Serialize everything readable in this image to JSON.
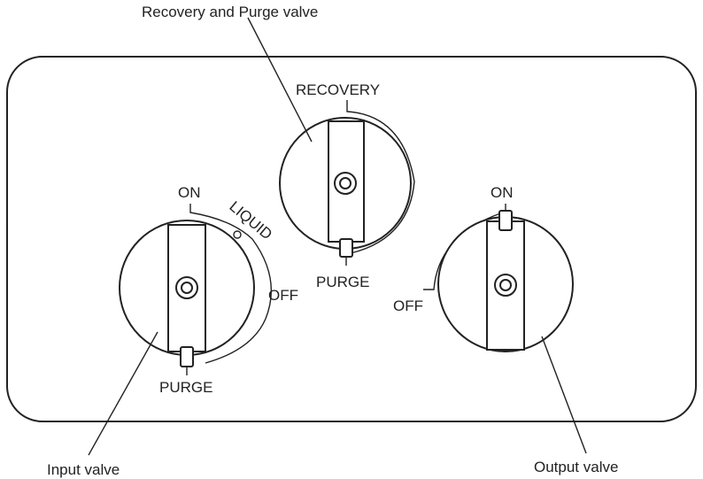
{
  "callouts": {
    "recovery_purge": "Recovery and Purge valve",
    "input": "Input valve",
    "output": "Output valve"
  },
  "input_valve": {
    "on": "ON",
    "liquid": "LIQUID",
    "off": "OFF",
    "purge": "PURGE"
  },
  "recovery_valve": {
    "recovery": "RECOVERY",
    "purge": "PURGE"
  },
  "output_valve": {
    "on": "ON",
    "off": "OFF"
  }
}
